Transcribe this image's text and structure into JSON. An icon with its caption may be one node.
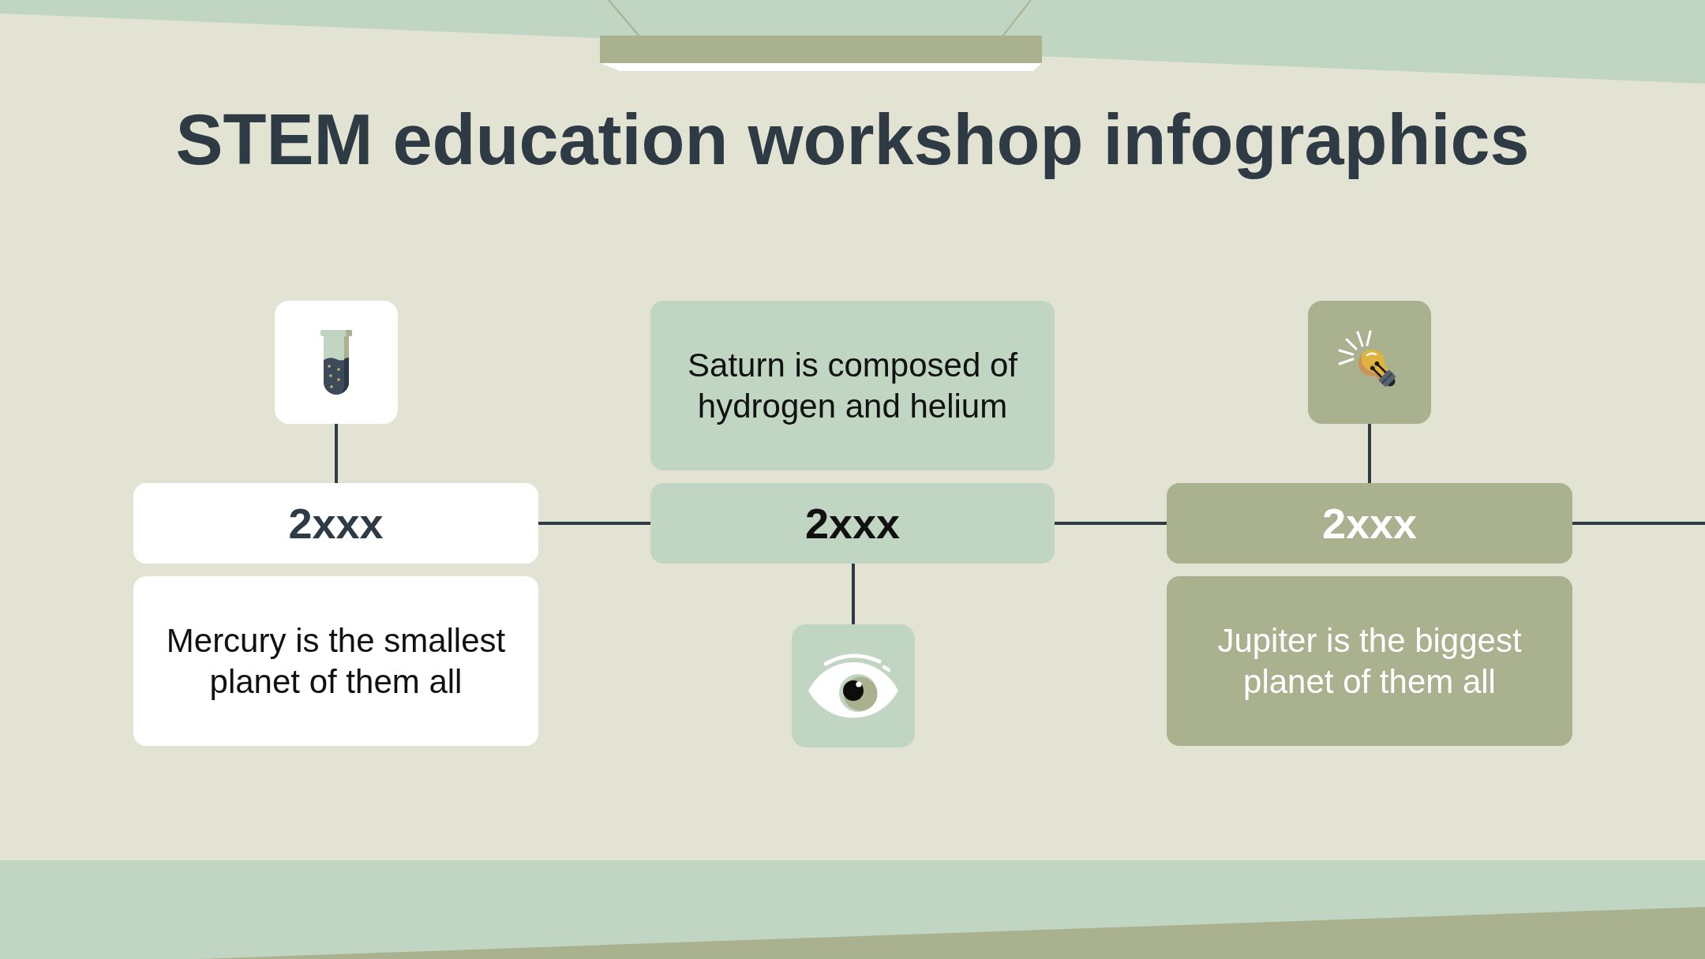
{
  "diagram": {
    "title": "STEM education workshop infographics",
    "nodes": [
      {
        "text": [],
        "shape": "picture"
      },
      {
        "text": [
          "2xxx"
        ]
      },
      {
        "text": [
          "Mercury is the smallest planet of them all"
        ]
      },
      {
        "text": [
          "Saturn is composed of hydrogen and helium"
        ]
      },
      {
        "text": [
          "2xxx"
        ]
      },
      {
        "text": [],
        "shape": "picture"
      },
      {
        "text": [],
        "shape": "picture"
      },
      {
        "text": [
          "2xxx"
        ]
      },
      {
        "text": [
          "Jupiter is the biggest planet of them all"
        ]
      }
    ],
    "edges": [
      {
        "from": 0,
        "to": 1,
        "arrow": "none"
      },
      {
        "from": 1,
        "to": 4,
        "arrow": "none"
      },
      {
        "from": 4,
        "to": 5,
        "arrow": "none"
      },
      {
        "from": 4,
        "to": 7,
        "arrow": "none"
      },
      {
        "from": 6,
        "to": 7,
        "arrow": "none"
      },
      {
        "from": 7,
        "to": null,
        "arrow": "none"
      }
    ]
  }
}
